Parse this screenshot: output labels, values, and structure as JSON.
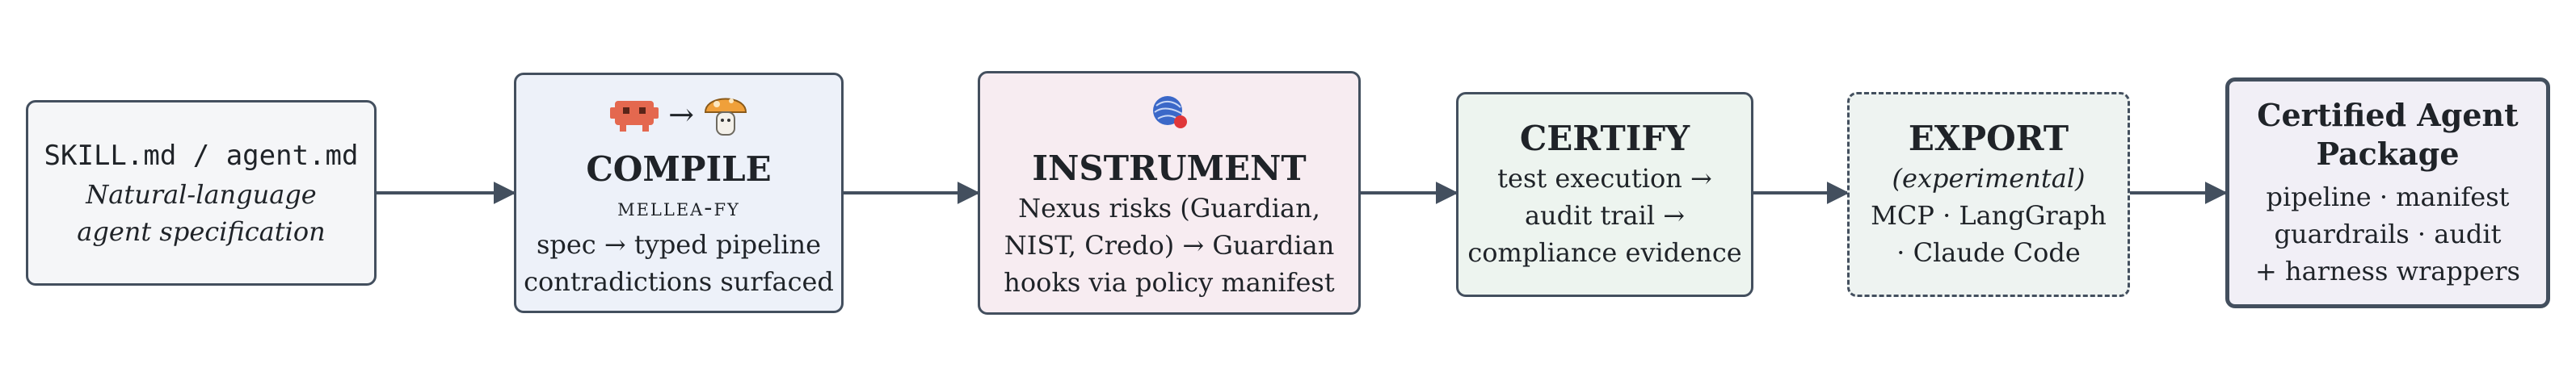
{
  "colors": {
    "stroke": "#434f5e",
    "skill_fill": "#f5f6f8",
    "compile_fill": "#edf1f9",
    "instrument_fill": "#f7ecf1",
    "certify_fill": "#edf4ef",
    "export_fill": "#eef3f1",
    "package_fill": "#f1eff6"
  },
  "steps": {
    "skill": {
      "file": "SKILL.md / agent.md",
      "desc1": "Natural-language",
      "desc2": "agent specification"
    },
    "compile": {
      "arrow": "→",
      "title": "COMPILE",
      "subtitle": "mellea-fy",
      "line1": "spec → typed pipeline",
      "line2": "contradictions surfaced"
    },
    "instrument": {
      "title": "INSTRUMENT",
      "line1": "Nexus risks (Guardian,",
      "line2": "NIST, Credo) → Guardian",
      "line3": "hooks via policy manifest"
    },
    "certify": {
      "title": "CERTIFY",
      "line1": "test execution →",
      "line2": "audit trail →",
      "line3": "compliance evidence"
    },
    "export": {
      "title": "EXPORT",
      "note": "(experimental)",
      "line1": "MCP · LangGraph",
      "line2": "· Claude Code"
    },
    "package": {
      "title1": "Certified Agent",
      "title2": "Package",
      "line1": "pipeline · manifest",
      "line2": "guardrails · audit",
      "line3": "+ harness wrappers"
    }
  }
}
